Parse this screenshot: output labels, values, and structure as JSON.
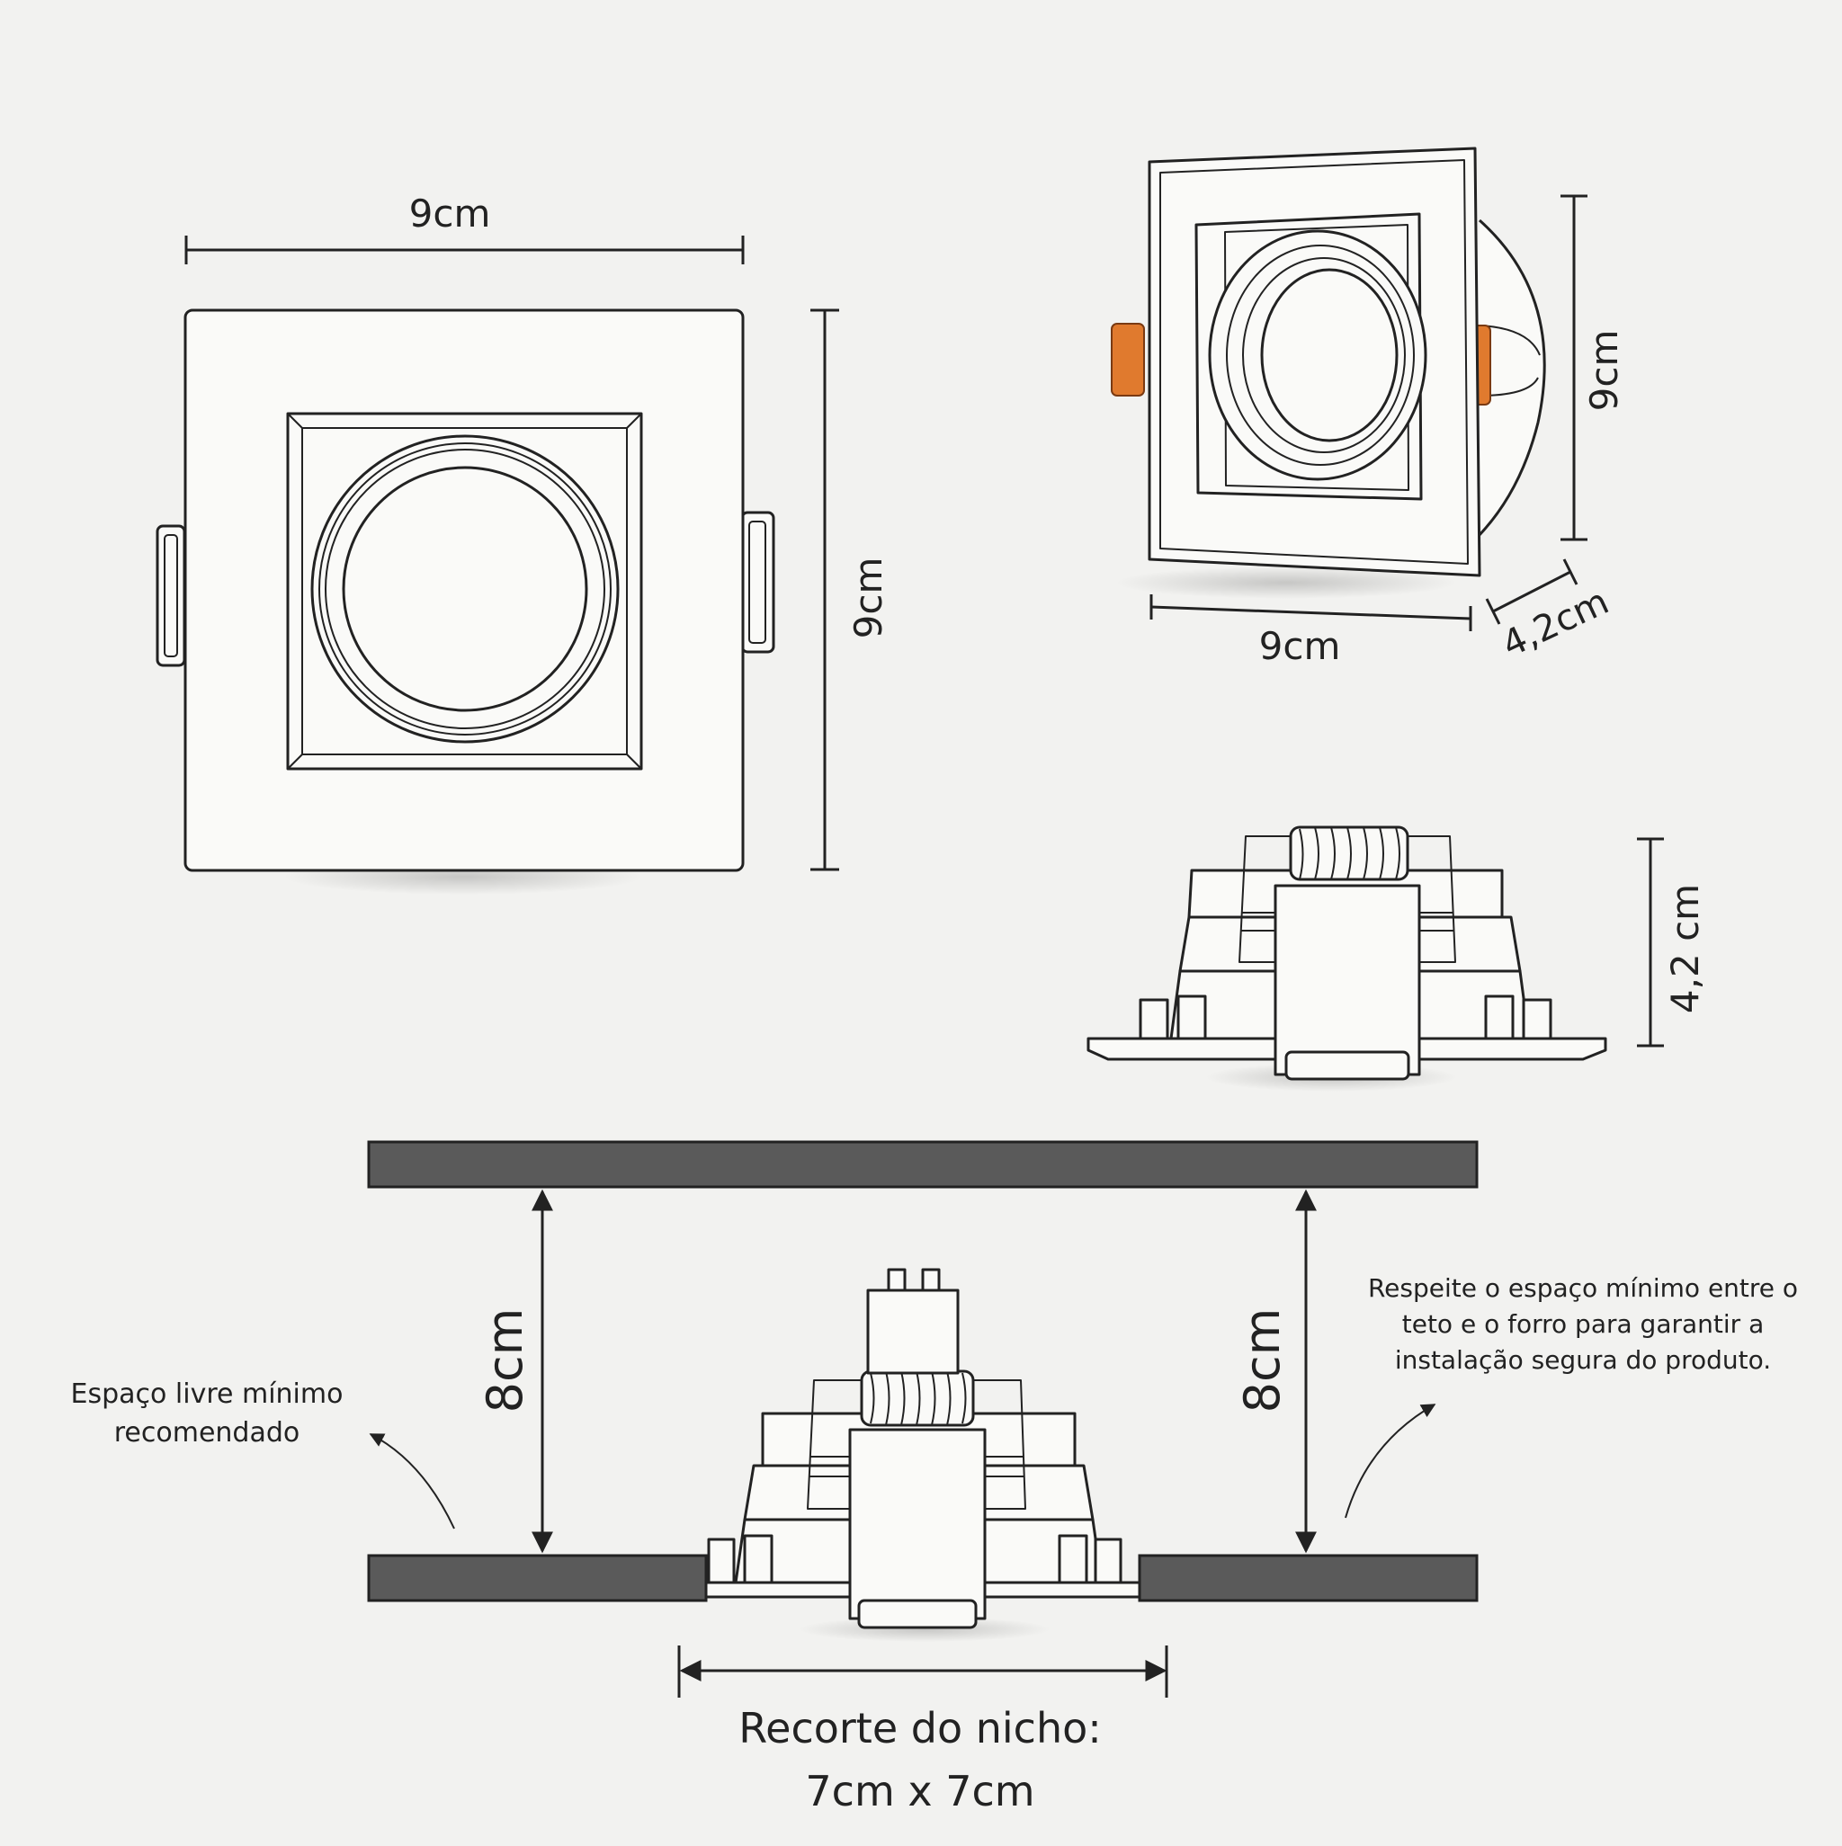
{
  "front_view": {
    "width_label": "9cm",
    "height_label": "9cm"
  },
  "angled_view": {
    "height_label": "9cm",
    "width_label": "9cm",
    "depth_label": "4,2cm"
  },
  "side_view": {
    "height_label": "4,2 cm"
  },
  "installation": {
    "gap_left_label": "8cm",
    "gap_right_label": "8cm",
    "left_note": [
      "Espaço livre mínimo",
      "recomendado"
    ],
    "right_note": [
      "Respeite o espaço mínimo entre o",
      "teto e o forro para garantir a",
      "instalação segura do produto."
    ],
    "cutout_label": [
      "Recorte do nicho:",
      "7cm x 7cm"
    ]
  },
  "colors": {
    "background": "#f2f2f0",
    "line": "#222222",
    "slab": "#5a5a5a",
    "accent_orange": "#e07a2e"
  }
}
